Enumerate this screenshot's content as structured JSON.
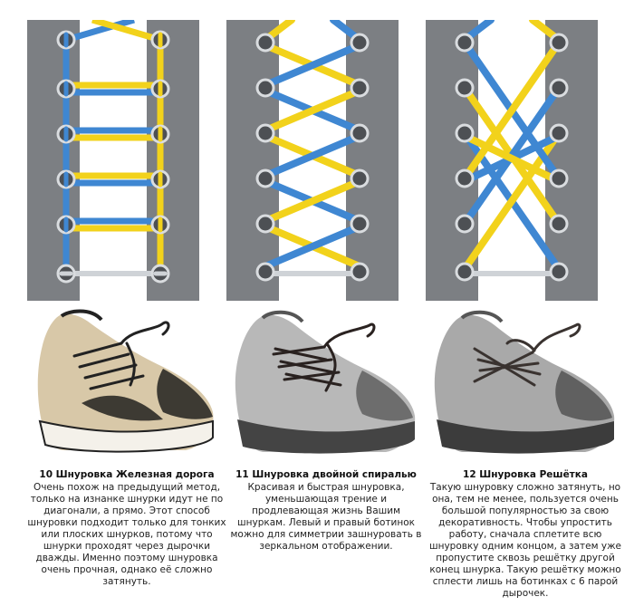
{
  "items": [
    {
      "title": "10 Шнуровка Железная дорога",
      "text": "Очень похож на предыдущий метод, только на изнанке шнурки идут не по диагонали, а прямо. Этот способ шнуровки подходит только для тонких или плоских шнурков, потому что шнурки проходят через дырочки дважды. Именно поэтому шнуровка очень прочная, однако её сложно затянуть."
    },
    {
      "title": "11 Шнуровка двойной спиралью",
      "text": "Красивая и быстрая шнуровка, уменьшающая трение и продлевающая жизнь Вашим шнуркам. Левый и правый ботинок можно для симметрии зашнуровать в зеркальном отображении."
    },
    {
      "title": "12 Шнуровка Решётка",
      "text": "Такую шнуровку сложно затянуть, но она, тем не менее, пользуется очень большой популярностью за свою декоративность. Чтобы упростить работу, сначала сплетите всю шнуровку одним концом, а затем уже пропустите сквозь решётку другой конец шнурка. Такую решётку можно сплести лишь на ботинках с 6 парой дырочек."
    }
  ],
  "colors": {
    "blue": "#3f87d2",
    "yellow": "#f2d21b",
    "strip": "#7c7f83",
    "eyelet": "#5f6266"
  }
}
